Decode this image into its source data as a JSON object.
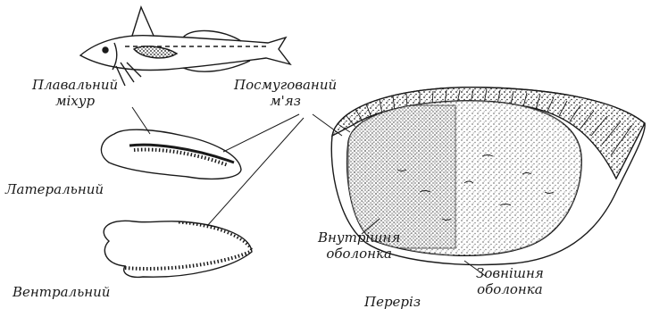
{
  "labels": {
    "swim_bladder": [
      "Плавальний",
      "міхур"
    ],
    "striated_muscle": [
      "Посмугований",
      "м'яз"
    ],
    "lateral": "Латеральний",
    "ventral": "Вентральний",
    "inner_membrane": [
      "Внутрішня",
      "оболонка"
    ],
    "outer_membrane": [
      "Зовнішня",
      "оболонка"
    ],
    "section": "Переріз"
  },
  "colors": {
    "ink": "#1a1a1a",
    "paper": "#ffffff"
  }
}
